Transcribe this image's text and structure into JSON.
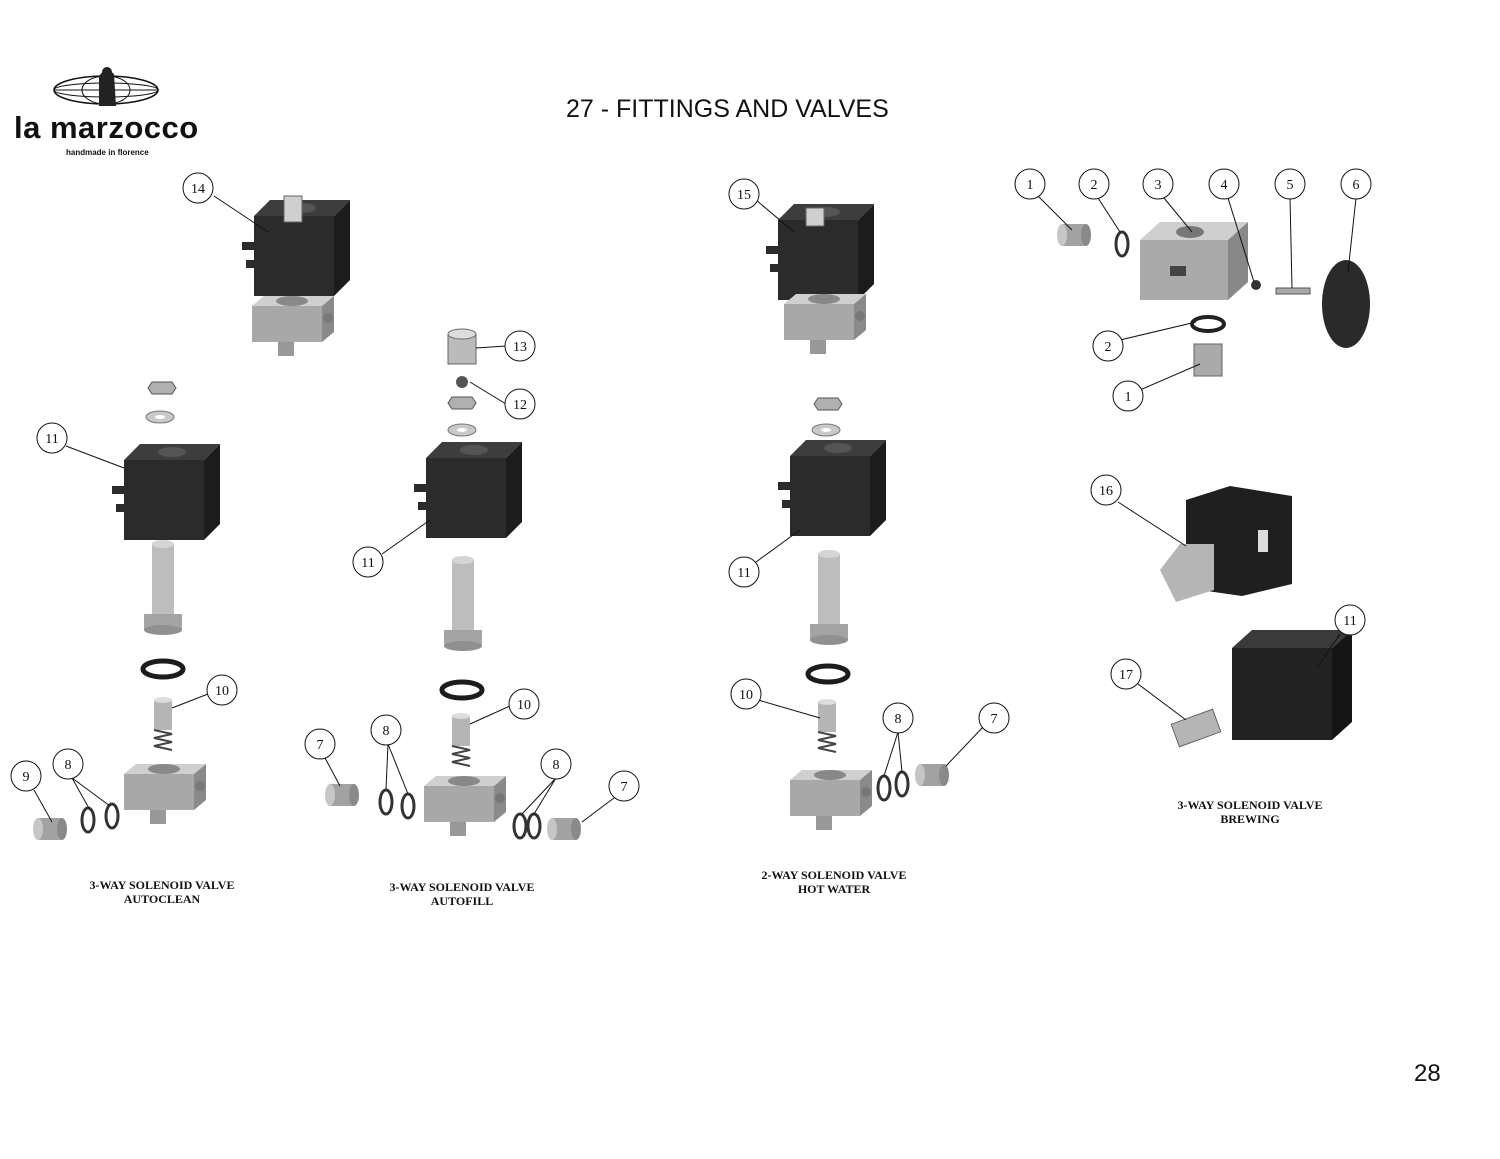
{
  "header": {
    "logo_text": "la marzocco",
    "logo_tagline": "handmade in florence",
    "title": "27 - FITTINGS AND VALVES"
  },
  "footer": {
    "page_number": "28"
  },
  "assemblies": [
    {
      "line1": "3-WAY SOLENOID VALVE",
      "line2": "AUTOCLEAN"
    },
    {
      "line1": "3-WAY SOLENOID VALVE",
      "line2": "AUTOFILL"
    },
    {
      "line1": "2-WAY SOLENOID VALVE",
      "line2": "HOT WATER"
    },
    {
      "line1": "3-WAY SOLENOID VALVE",
      "line2": "BREWING"
    }
  ],
  "callouts": [
    "14",
    "11",
    "10",
    "9",
    "8",
    "13",
    "12",
    "11",
    "10",
    "7",
    "8",
    "8",
    "7",
    "15",
    "11",
    "10",
    "8",
    "7",
    "1",
    "2",
    "3",
    "4",
    "5",
    "6",
    "2",
    "1",
    "16",
    "11",
    "17"
  ],
  "colors": {
    "coil": "#2b2b2b",
    "metal": "#a8a8a8",
    "metal_light": "#cfcfcf",
    "ink": "#111111"
  }
}
